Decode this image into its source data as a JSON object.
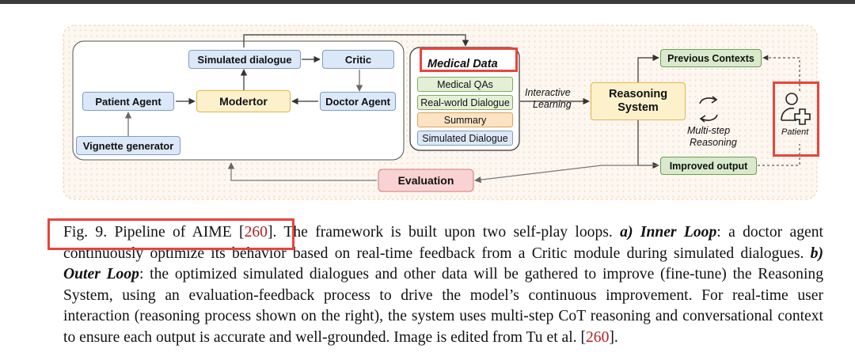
{
  "figure": {
    "inner_loop": {
      "simulated_dialogue": "Simulated dialogue",
      "critic": "Critic",
      "patient_agent": "Patient Agent",
      "moderator": "Modertor",
      "doctor_agent": "Doctor Agent",
      "vignette_generator": "Vignette generator"
    },
    "medical_data": {
      "title": "Medical Data",
      "items": [
        "Medical QAs",
        "Real-world Dialogue",
        "Summary",
        "Simulated Dialogue"
      ]
    },
    "interactive_learning": [
      "Interactive",
      "Learning"
    ],
    "reasoning_system": [
      "Reasoning",
      "System"
    ],
    "previous_contexts": "Previous Contexts",
    "multi_step_reasoning": [
      "Multi-step",
      "Reasoning"
    ],
    "improved_output": "Improved output",
    "patient_label": "Patient",
    "evaluation": "Evaluation"
  },
  "caption": {
    "fig_label": "Fig. 9.  Pipeline of AIME [",
    "fig_cite": "260",
    "fig_label_end": "].",
    "text1": " The framework is built upon two self-play loops. ",
    "inner_loop_label": "a) Inner Loop",
    "text2": ": a doctor agent continuously optimize its behavior based on real-time feedback from a Critic module during simulated dialogues. ",
    "outer_loop_label": "b) Outer Loop",
    "text3": ": the optimized simulated dialogues and other data will be gathered to improve (fine-tune) the Reasoning System, using an evaluation-feedback process to drive the model’s continuous improvement. For real-time user interaction (reasoning process shown on the right), the system uses multi-step CoT reasoning and conversational context to ensure each output is accurate and well-grounded. Image is edited from Tu et al. [",
    "end_cite": "260",
    "end": "]."
  },
  "colors": {
    "highlight_frame": "#e8453c",
    "citation": "#b22222",
    "blue_box": "#dbe8f8",
    "yellow_box": "#fdf1cc",
    "green_box": "#d8eacb",
    "evaluation_box": "#f9d3d3"
  },
  "icons": [
    "rotating-arrows-icon",
    "patient-plus-icon"
  ]
}
